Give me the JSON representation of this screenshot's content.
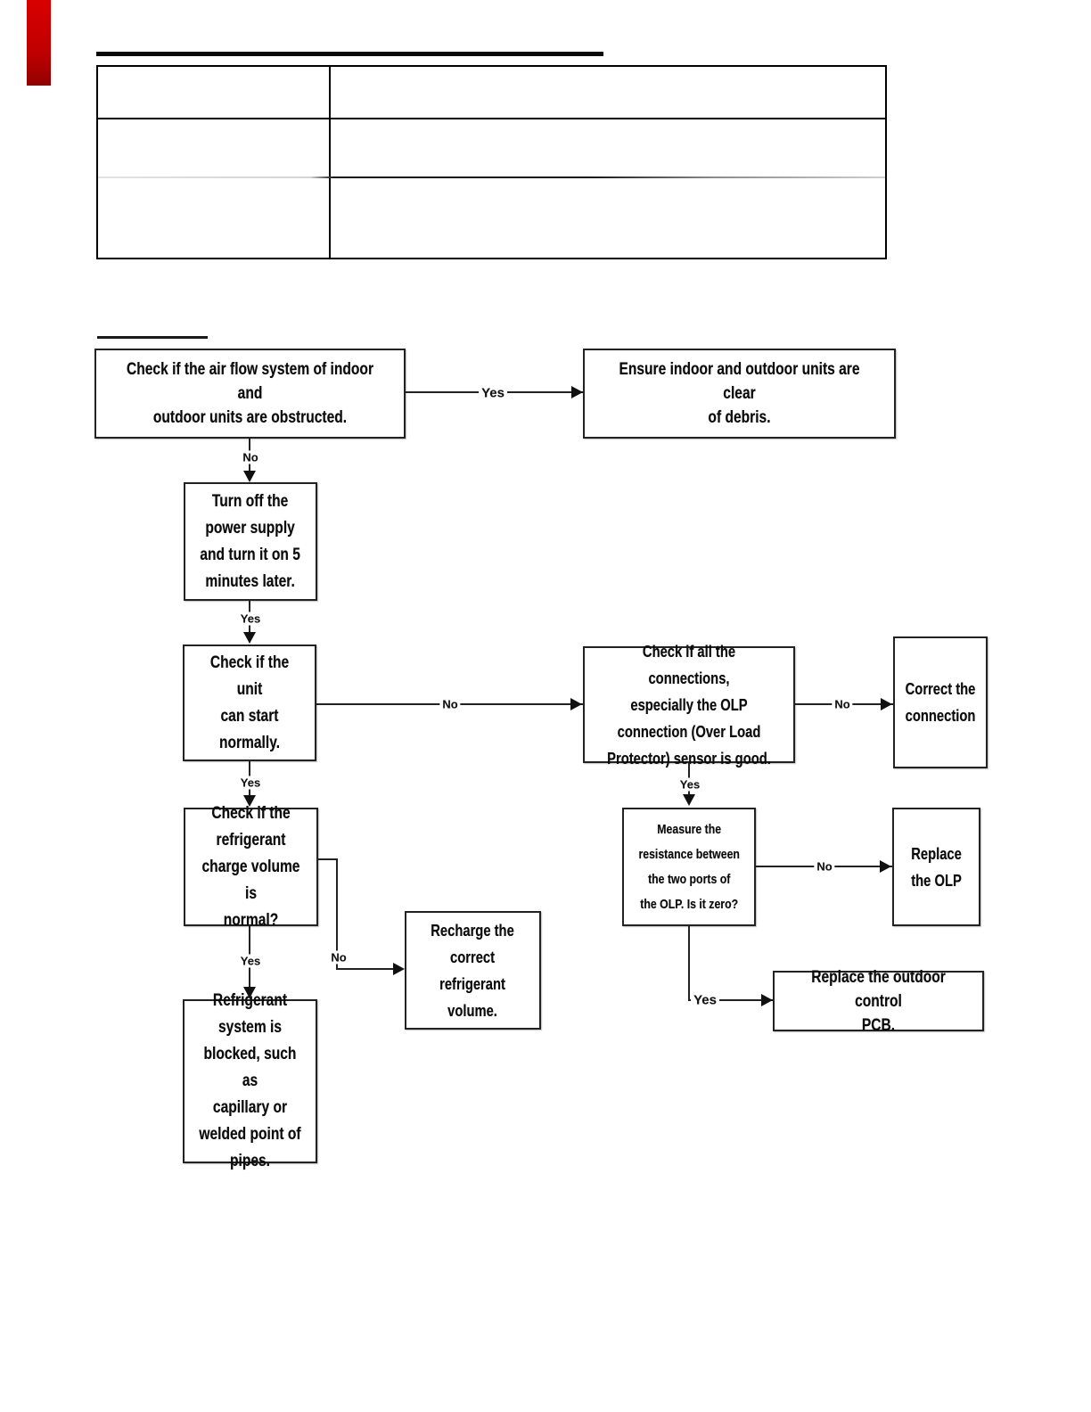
{
  "table": {
    "rows": [
      [
        "",
        ""
      ],
      [
        "",
        ""
      ],
      [
        "",
        ""
      ]
    ]
  },
  "flowchart": {
    "nodes": {
      "airflow_check": "Check if the air flow system of indoor and\noutdoor units are obstructed.",
      "clear_debris": "Ensure indoor and outdoor units are clear\nof debris.",
      "power_cycle": "Turn off the\npower supply\nand turn it on 5\nminutes later.",
      "unit_start_check": "Check if the unit\ncan start\nnormally.",
      "connections_check": "Check if all the connections,\nespecially the OLP\nconnection (Over Load\nProtector) sensor is good.",
      "correct_connection": "Correct the\nconnection",
      "olp_resistance": "Measure the\nresistance between\nthe two ports of\nthe OLP. Is it zero?",
      "replace_olp": "Replace\nthe OLP",
      "refrigerant_check": "Check if the\nrefrigerant\ncharge volume is\nnormal?",
      "refrigerant_blocked": "Refrigerant\nsystem is\nblocked, such as\ncapillary or\nwelded point of\npipes.",
      "recharge": "Recharge the\ncorrect\nrefrigerant\nvolume.",
      "replace_pcb": "Replace the outdoor control\nPCB."
    },
    "labels": {
      "airflow_yes": "Yes",
      "airflow_no": "No",
      "power_yes": "Yes",
      "start_no": "No",
      "start_yes": "Yes",
      "connections_no": "No",
      "connections_yes": "Yes",
      "resistance_no": "No",
      "resistance_yes": "Yes",
      "refrigerant_no": "No",
      "refrigerant_yes": "Yes"
    }
  },
  "colors": {
    "marker_red": "#c00000"
  }
}
